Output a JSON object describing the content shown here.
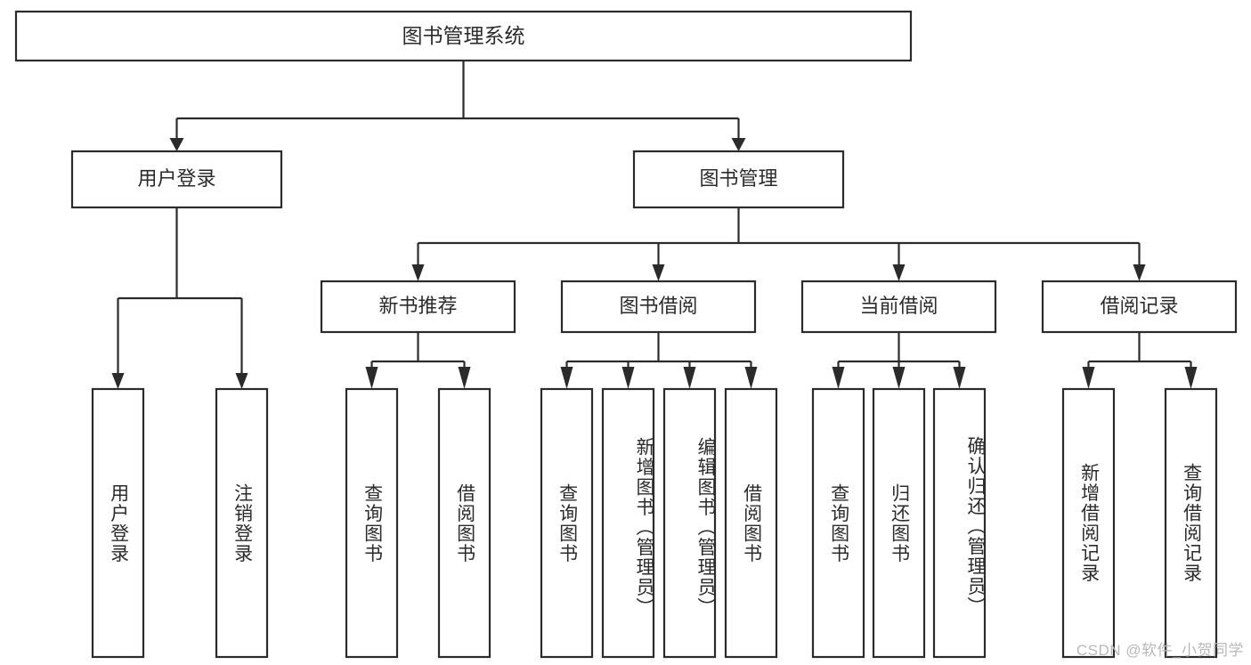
{
  "diagram": {
    "title": "图书管理系统",
    "type": "tree-hierarchy-chart",
    "watermark": "CSDN @软件_小贺同学",
    "colors": {
      "background": "#ffffff",
      "box_fill": "#ffffff",
      "stroke": "#2b2b2b",
      "text": "#2b2b2b",
      "watermark": "#b8b8b8"
    },
    "root": {
      "label": "图书管理系统"
    },
    "level2": [
      {
        "label": "用户登录"
      },
      {
        "label": "图书管理"
      }
    ],
    "level3": [
      {
        "label": "新书推荐"
      },
      {
        "label": "图书借阅"
      },
      {
        "label": "当前借阅"
      },
      {
        "label": "借阅记录"
      }
    ],
    "leaves_user_login": [
      {
        "label": "用户登录"
      },
      {
        "label": "注销登录"
      }
    ],
    "leaves_new_book": [
      {
        "label": "查询图书"
      },
      {
        "label": "借阅图书"
      }
    ],
    "leaves_book_borrow": [
      {
        "label": "查询图书"
      },
      {
        "label": "新增图书（管理员）"
      },
      {
        "label": "编辑图书（管理员）"
      },
      {
        "label": "借阅图书"
      }
    ],
    "leaves_current_borrow": [
      {
        "label": "查询图书"
      },
      {
        "label": "归还图书"
      },
      {
        "label": "确认归还（管理员）"
      }
    ],
    "leaves_borrow_record": [
      {
        "label": "新增借阅记录"
      },
      {
        "label": "查询借阅记录"
      }
    ]
  }
}
